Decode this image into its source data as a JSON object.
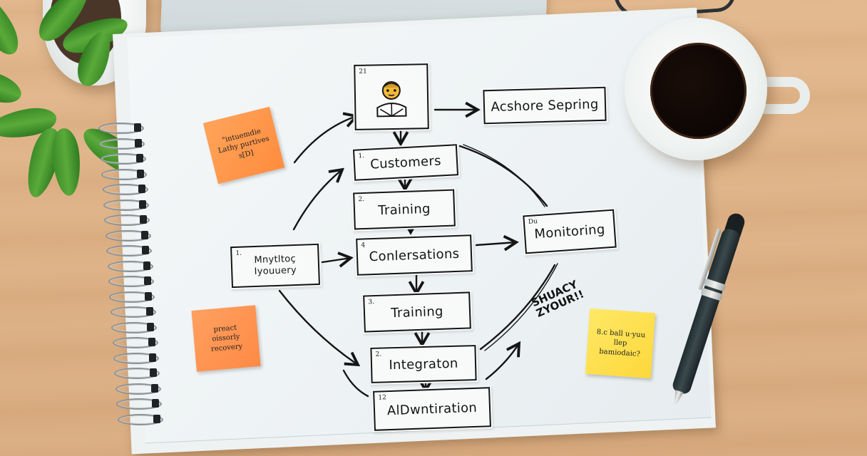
{
  "scene": {
    "description": "Overhead photo of a wooden desk with a spiral notebook showing a hand-drawn workflow diagram, sticky notes, coffee mug, pen, potted plant and laptop edge",
    "colors": {
      "desk": "#deb287",
      "paper": "#eef2f2",
      "ink": "#151515",
      "sticky_orange": "#ff944d",
      "sticky_yellow": "#ffdf4a",
      "coffee": "#0d0604",
      "pen": "#2b383c",
      "plant": "#4a9a32"
    },
    "objects": [
      "laptop",
      "charging-cable",
      "potted-plant",
      "spiral-notebook",
      "coffee-mug",
      "pen"
    ]
  },
  "diagram": {
    "header_card": {
      "number": "21",
      "icon": "person-avatar-icon"
    },
    "nodes": [
      {
        "id": "asshore",
        "number": "",
        "label": "Acshore Sepring"
      },
      {
        "id": "customers",
        "number": "1.",
        "label": "Customers"
      },
      {
        "id": "training1",
        "number": "2.",
        "label": "Training"
      },
      {
        "id": "start",
        "number": "1.",
        "label": "Mnytltoç Iyouuery"
      },
      {
        "id": "conversations",
        "number": "4",
        "label": "Conlersations"
      },
      {
        "id": "monitoring",
        "number": "Du",
        "label": "Monitoring"
      },
      {
        "id": "training2",
        "number": "3.",
        "label": "Training"
      },
      {
        "id": "integration",
        "number": "2.",
        "label": "Integraton"
      },
      {
        "id": "administration",
        "number": "12",
        "label": "AlDwntiration"
      }
    ],
    "sticky_notes": [
      {
        "id": "orange-top",
        "color": "orange",
        "text": "\"intuemdie Lathy purtives s[D]"
      },
      {
        "id": "orange-bottom",
        "color": "orange",
        "text": "preact oissorly recovery"
      },
      {
        "id": "yellow",
        "color": "yellow",
        "text": "8.c ball u·yuu llep bamiodaic?"
      }
    ],
    "scribble": {
      "text": "SHUACY ZYOUR!!"
    }
  }
}
